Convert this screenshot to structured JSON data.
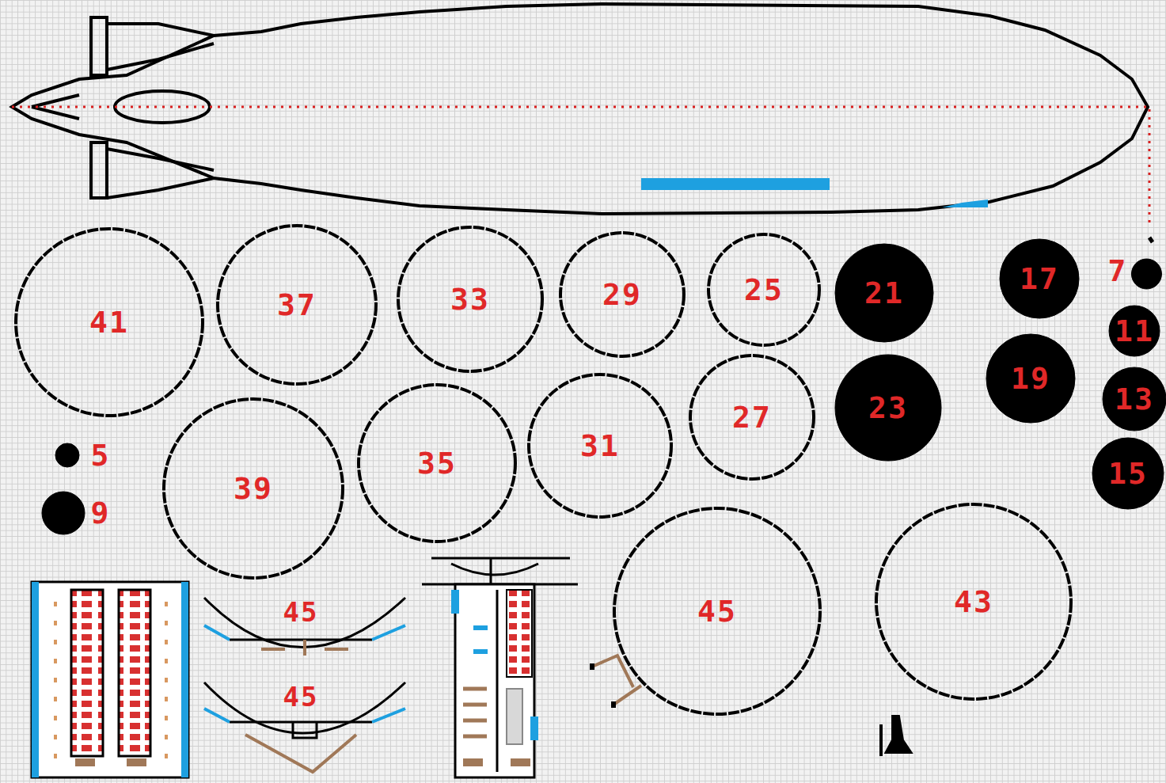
{
  "diagram": {
    "nodes": [
      {
        "text": [
          "41"
        ]
      },
      {
        "text": [
          "37"
        ]
      },
      {
        "text": [
          "33"
        ]
      },
      {
        "text": [
          "29"
        ]
      },
      {
        "text": [
          "25"
        ]
      },
      {
        "text": [
          "21"
        ]
      },
      {
        "text": [
          "17"
        ]
      },
      {
        "text": [
          "7"
        ]
      },
      {
        "text": [
          "11"
        ]
      },
      {
        "text": [
          "19"
        ]
      },
      {
        "text": [
          "13"
        ]
      },
      {
        "text": [
          "23"
        ]
      },
      {
        "text": [
          "27"
        ]
      },
      {
        "text": [
          "31"
        ]
      },
      {
        "text": [
          "35"
        ]
      },
      {
        "text": [
          "39"
        ]
      },
      {
        "text": [
          "5"
        ]
      },
      {
        "text": [
          "15"
        ]
      },
      {
        "text": [
          "9"
        ]
      },
      {
        "text": [
          "45"
        ]
      },
      {
        "text": [
          "43"
        ]
      }
    ],
    "labels": [
      "45",
      "45"
    ]
  }
}
